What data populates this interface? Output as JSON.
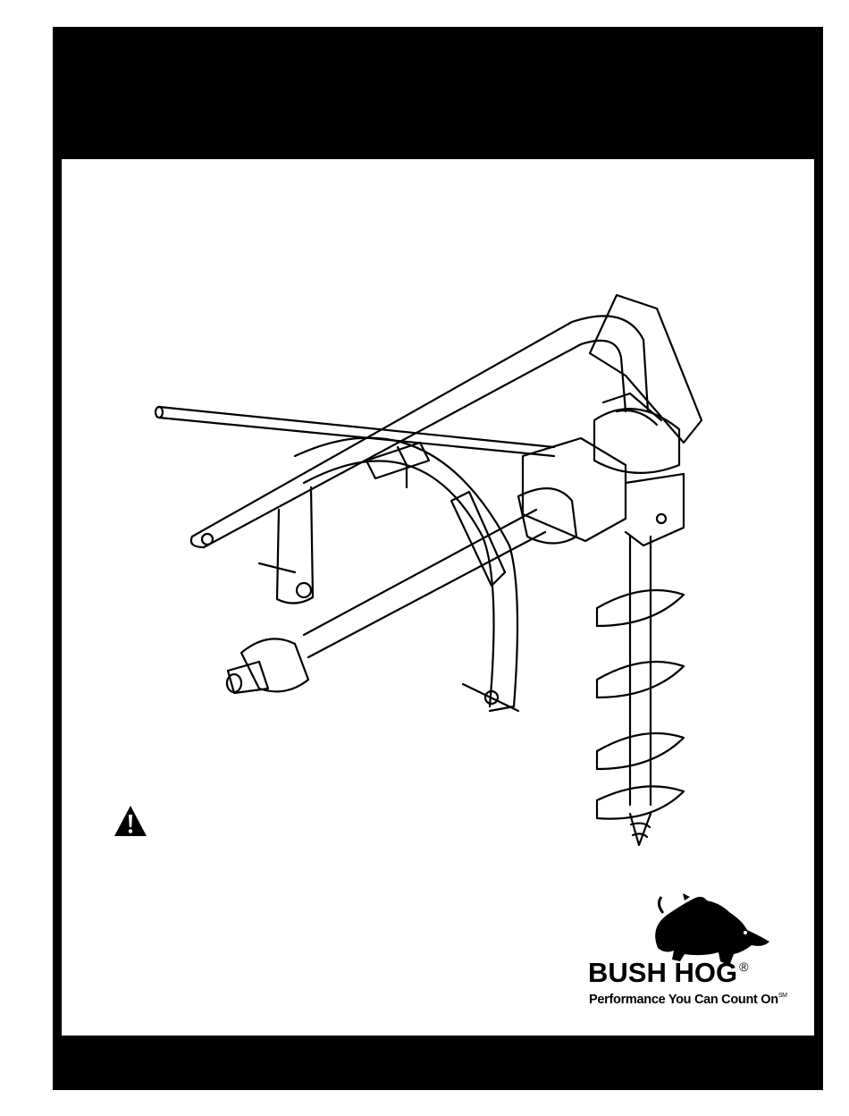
{
  "brand": {
    "name": "BUSH HOG",
    "registered_mark": "®",
    "tagline": "Performance You Can Count On",
    "service_mark": "SM"
  },
  "icons": {
    "warning": "warning-triangle-icon",
    "logo": "boar-logo-icon"
  },
  "colors": {
    "frame": "#000000",
    "background": "#ffffff"
  }
}
